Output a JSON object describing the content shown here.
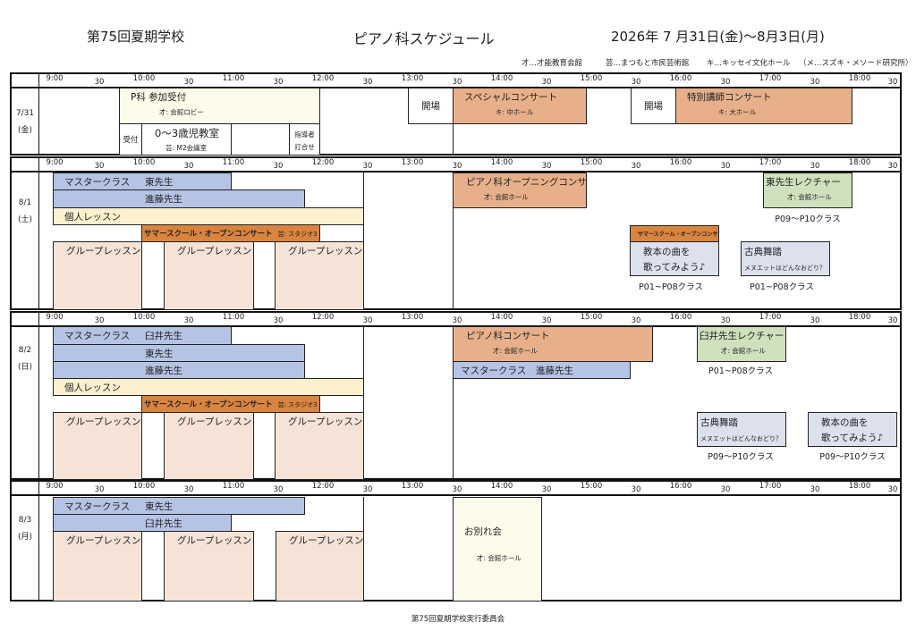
{
  "header": {
    "school": "第75回夏期学校",
    "title": "ピアノ科スケジュール",
    "dates": "2026年 7 月31日(金)〜8月3日(月)"
  },
  "legend": [
    "才…才能教育会館",
    "芸…まつもと市民芸術館",
    "キ…キッセイ文化ホール",
    "（メ…スズキ・メソード研究所）"
  ],
  "time_labels": [
    "9:00",
    "30",
    "10:00",
    "30",
    "11:00",
    "30",
    "12:00",
    "30",
    "13:00",
    "30",
    "14:00",
    "30",
    "15:00",
    "30",
    "16:00",
    "30",
    "17:00",
    "30",
    "18:00",
    "30"
  ],
  "days": [
    {
      "date": "7/31",
      "weekday": "(金)"
    },
    {
      "date": "8/1",
      "weekday": "(土)"
    },
    {
      "date": "8/2",
      "weekday": "(日)"
    },
    {
      "date": "8/3",
      "weekday": "(月)"
    }
  ],
  "d731": {
    "reception": {
      "title": "P科 参加受付",
      "place": "才: 会館ロビー"
    },
    "uketsuke": "受付",
    "infant": {
      "title": "0〜3歳児教室",
      "place": "芸: M2会議室"
    },
    "teachers": [
      "指導者",
      "打合せ"
    ],
    "open1": "開場",
    "special": {
      "title": "スペシャルコンサート",
      "place": "キ: 中ホール"
    },
    "open2": "開場",
    "guest": {
      "title": "特別講師コンサート",
      "place": "キ: 大ホール"
    }
  },
  "d801": {
    "master1": {
      "title": "マスタークラス",
      "teacher": "東先生"
    },
    "master2": "進藤先生",
    "private": "個人レッスン",
    "summer": {
      "title": "サマースクール・オープンコンサート",
      "place": "芸: スタジオ3"
    },
    "group": [
      "グループレッスン",
      "グループレッスン",
      "グループレッスン"
    ],
    "opening": {
      "title": "ピアノ科オープニングコンサート",
      "place": "才: 会館ホール"
    },
    "lecture": {
      "title": "東先生レクチャー",
      "place": "才: 会館ホール",
      "cls": "P09〜P10クラス"
    },
    "summer_small": "サマースクール・オープンコンサート",
    "sing": {
      "line1": "教本の曲を",
      "line2": "歌ってみよう♪",
      "cls": "P01~P08クラス"
    },
    "dance": {
      "title": "古典舞踏",
      "sub": "メヌエットはどんなおどり？",
      "cls": "P01~P08クラス"
    }
  },
  "d802": {
    "master1": {
      "title": "マスタークラス",
      "teacher": "臼井先生"
    },
    "master2": "東先生",
    "master3": "進藤先生",
    "private": "個人レッスン",
    "summer": {
      "title": "サマースクール・オープンコンサート",
      "place": "芸: スタジオ3"
    },
    "group": [
      "グループレッスン",
      "グループレッスン",
      "グループレッスン"
    ],
    "concert": {
      "title": "ピアノ科コンサート",
      "place": "才: 会館ホール"
    },
    "master_pm": {
      "title": "マスタークラス",
      "teacher": "進藤先生"
    },
    "lecture": {
      "title": "臼井先生レクチャー",
      "place": "才: 会館ホール",
      "cls": "P01~P08クラス"
    },
    "dance": {
      "title": "古典舞踏",
      "sub": "メヌエットはどんなおどり？",
      "cls": "P09〜P10クラス"
    },
    "sing": {
      "line1": "教本の曲を",
      "line2": "歌ってみよう♪",
      "cls": "P09〜P10クラス"
    }
  },
  "d803": {
    "master1": {
      "title": "マスタークラス",
      "teacher": "東先生"
    },
    "master2": "臼井先生",
    "group": [
      "グループレッスン",
      "グループレッスン",
      "グループレッスン"
    ],
    "farewell": {
      "title": "お別れ会",
      "place": "才: 会館ホール"
    }
  },
  "footer": "第75回夏期学校実行委員会"
}
